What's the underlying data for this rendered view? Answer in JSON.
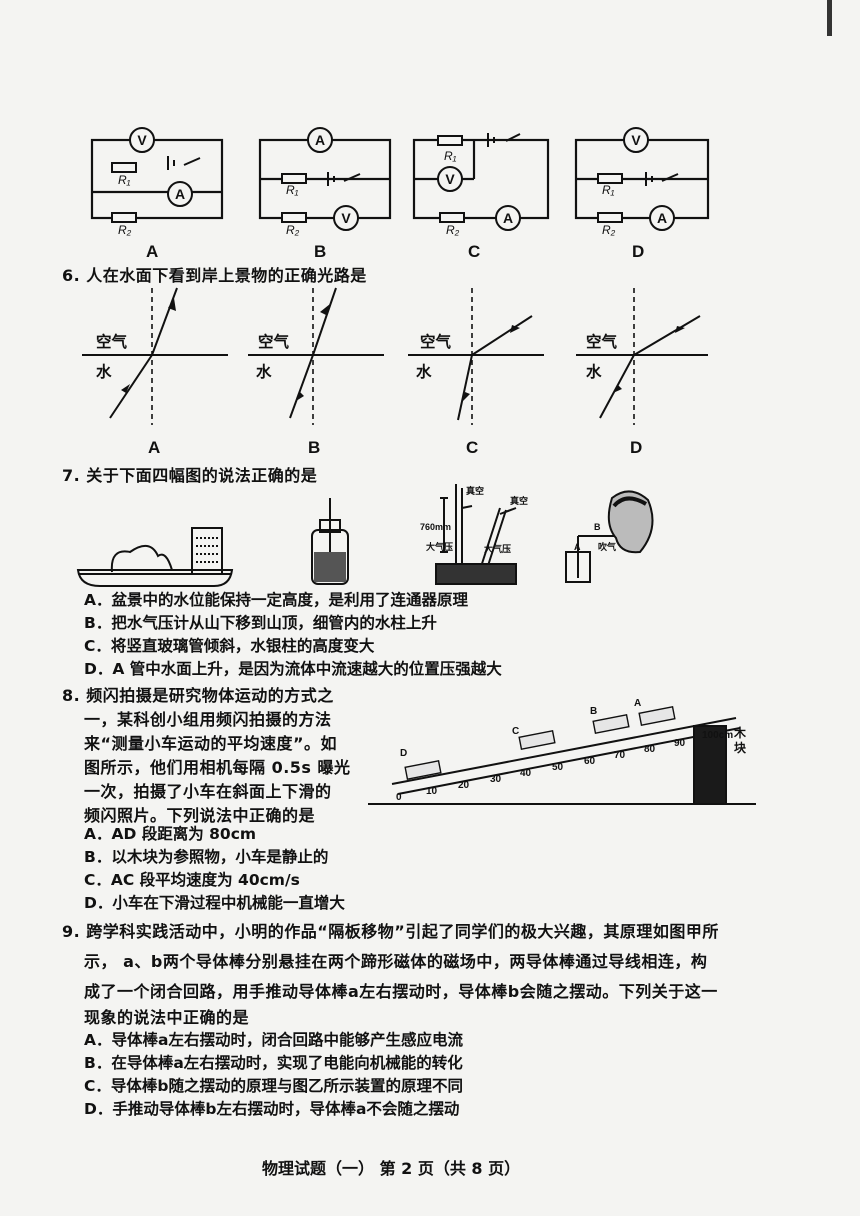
{
  "page": {
    "footer": "物理试题（一）  第 2 页（共 8 页）"
  },
  "q5": {
    "option_labels": [
      "A",
      "B",
      "C",
      "D"
    ],
    "meter_v": "V",
    "meter_a": "A",
    "r1": "R₁",
    "r2": "R₂"
  },
  "q6": {
    "stem": "6. 人在水面下看到岸上景物的正确光路是",
    "air": "空气",
    "water": "水",
    "option_labels": [
      "A",
      "B",
      "C",
      "D"
    ]
  },
  "q7": {
    "stem": "7. 关于下面四幅图的说法正确的是",
    "fig_labels": {
      "vacuum1": "真空",
      "vacuum2": "真空",
      "height": "760mm",
      "atm1": "大气压",
      "atm2": "大气压",
      "tube_a": "A",
      "tube_b": "B",
      "blow": "吹气"
    },
    "options": [
      "A．盆景中的水位能保持一定高度，是利用了连通器原理",
      "B．把水气压计从山下移到山顶，细管内的水柱上升",
      "C．将竖直玻璃管倾斜，水银柱的高度变大",
      "D．A 管中水面上升，是因为流体中流速越大的位置压强越大"
    ]
  },
  "q8": {
    "stem_lines": [
      "8. 频闪拍摄是研究物体运动的方式之",
      "一，某科创小组用频闪拍摄的方法",
      "来“测量小车运动的平均速度”。如",
      "图所示，他们用相机每隔 0.5s 曝光",
      "一次，拍摄了小车在斜面上下滑的",
      "频闪照片。下列说法中正确的是"
    ],
    "options": [
      "A．AD 段距离为 80cm",
      "B．以木块为参照物，小车是静止的",
      "C．AC 段平均速度为 40cm/s",
      "D．小车在下滑过程中机械能一直增大"
    ],
    "ruler_ticks": [
      "0",
      "10",
      "20",
      "30",
      "40",
      "50",
      "60",
      "70",
      "80",
      "90",
      "100cm"
    ],
    "car_labels": [
      "D",
      "C",
      "B",
      "A"
    ],
    "block_label": "木块"
  },
  "q9": {
    "stem_lines": [
      "9. 跨学科实践活动中，小明的作品“隔板移物”引起了同学们的极大兴趣，其原理如图甲所",
      "示，  a、b两个导体棒分别悬挂在两个蹄形磁体的磁场中，两导体棒通过导线相连，构",
      "成了一个闭合回路，用手推动导体棒a左右摆动时，导体棒b会随之摆动。下列关于这一",
      "现象的说法中正确的是"
    ],
    "options": [
      "A．导体棒a左右摆动时，闭合回路中能够产生感应电流",
      "B．在导体棒a左右摆动时，实现了电能向机械能的转化",
      "C．导体棒b随之摆动的原理与图乙所示装置的原理不同",
      "D．手推动导体棒b左右摆动时，导体棒a不会随之摆动"
    ]
  }
}
